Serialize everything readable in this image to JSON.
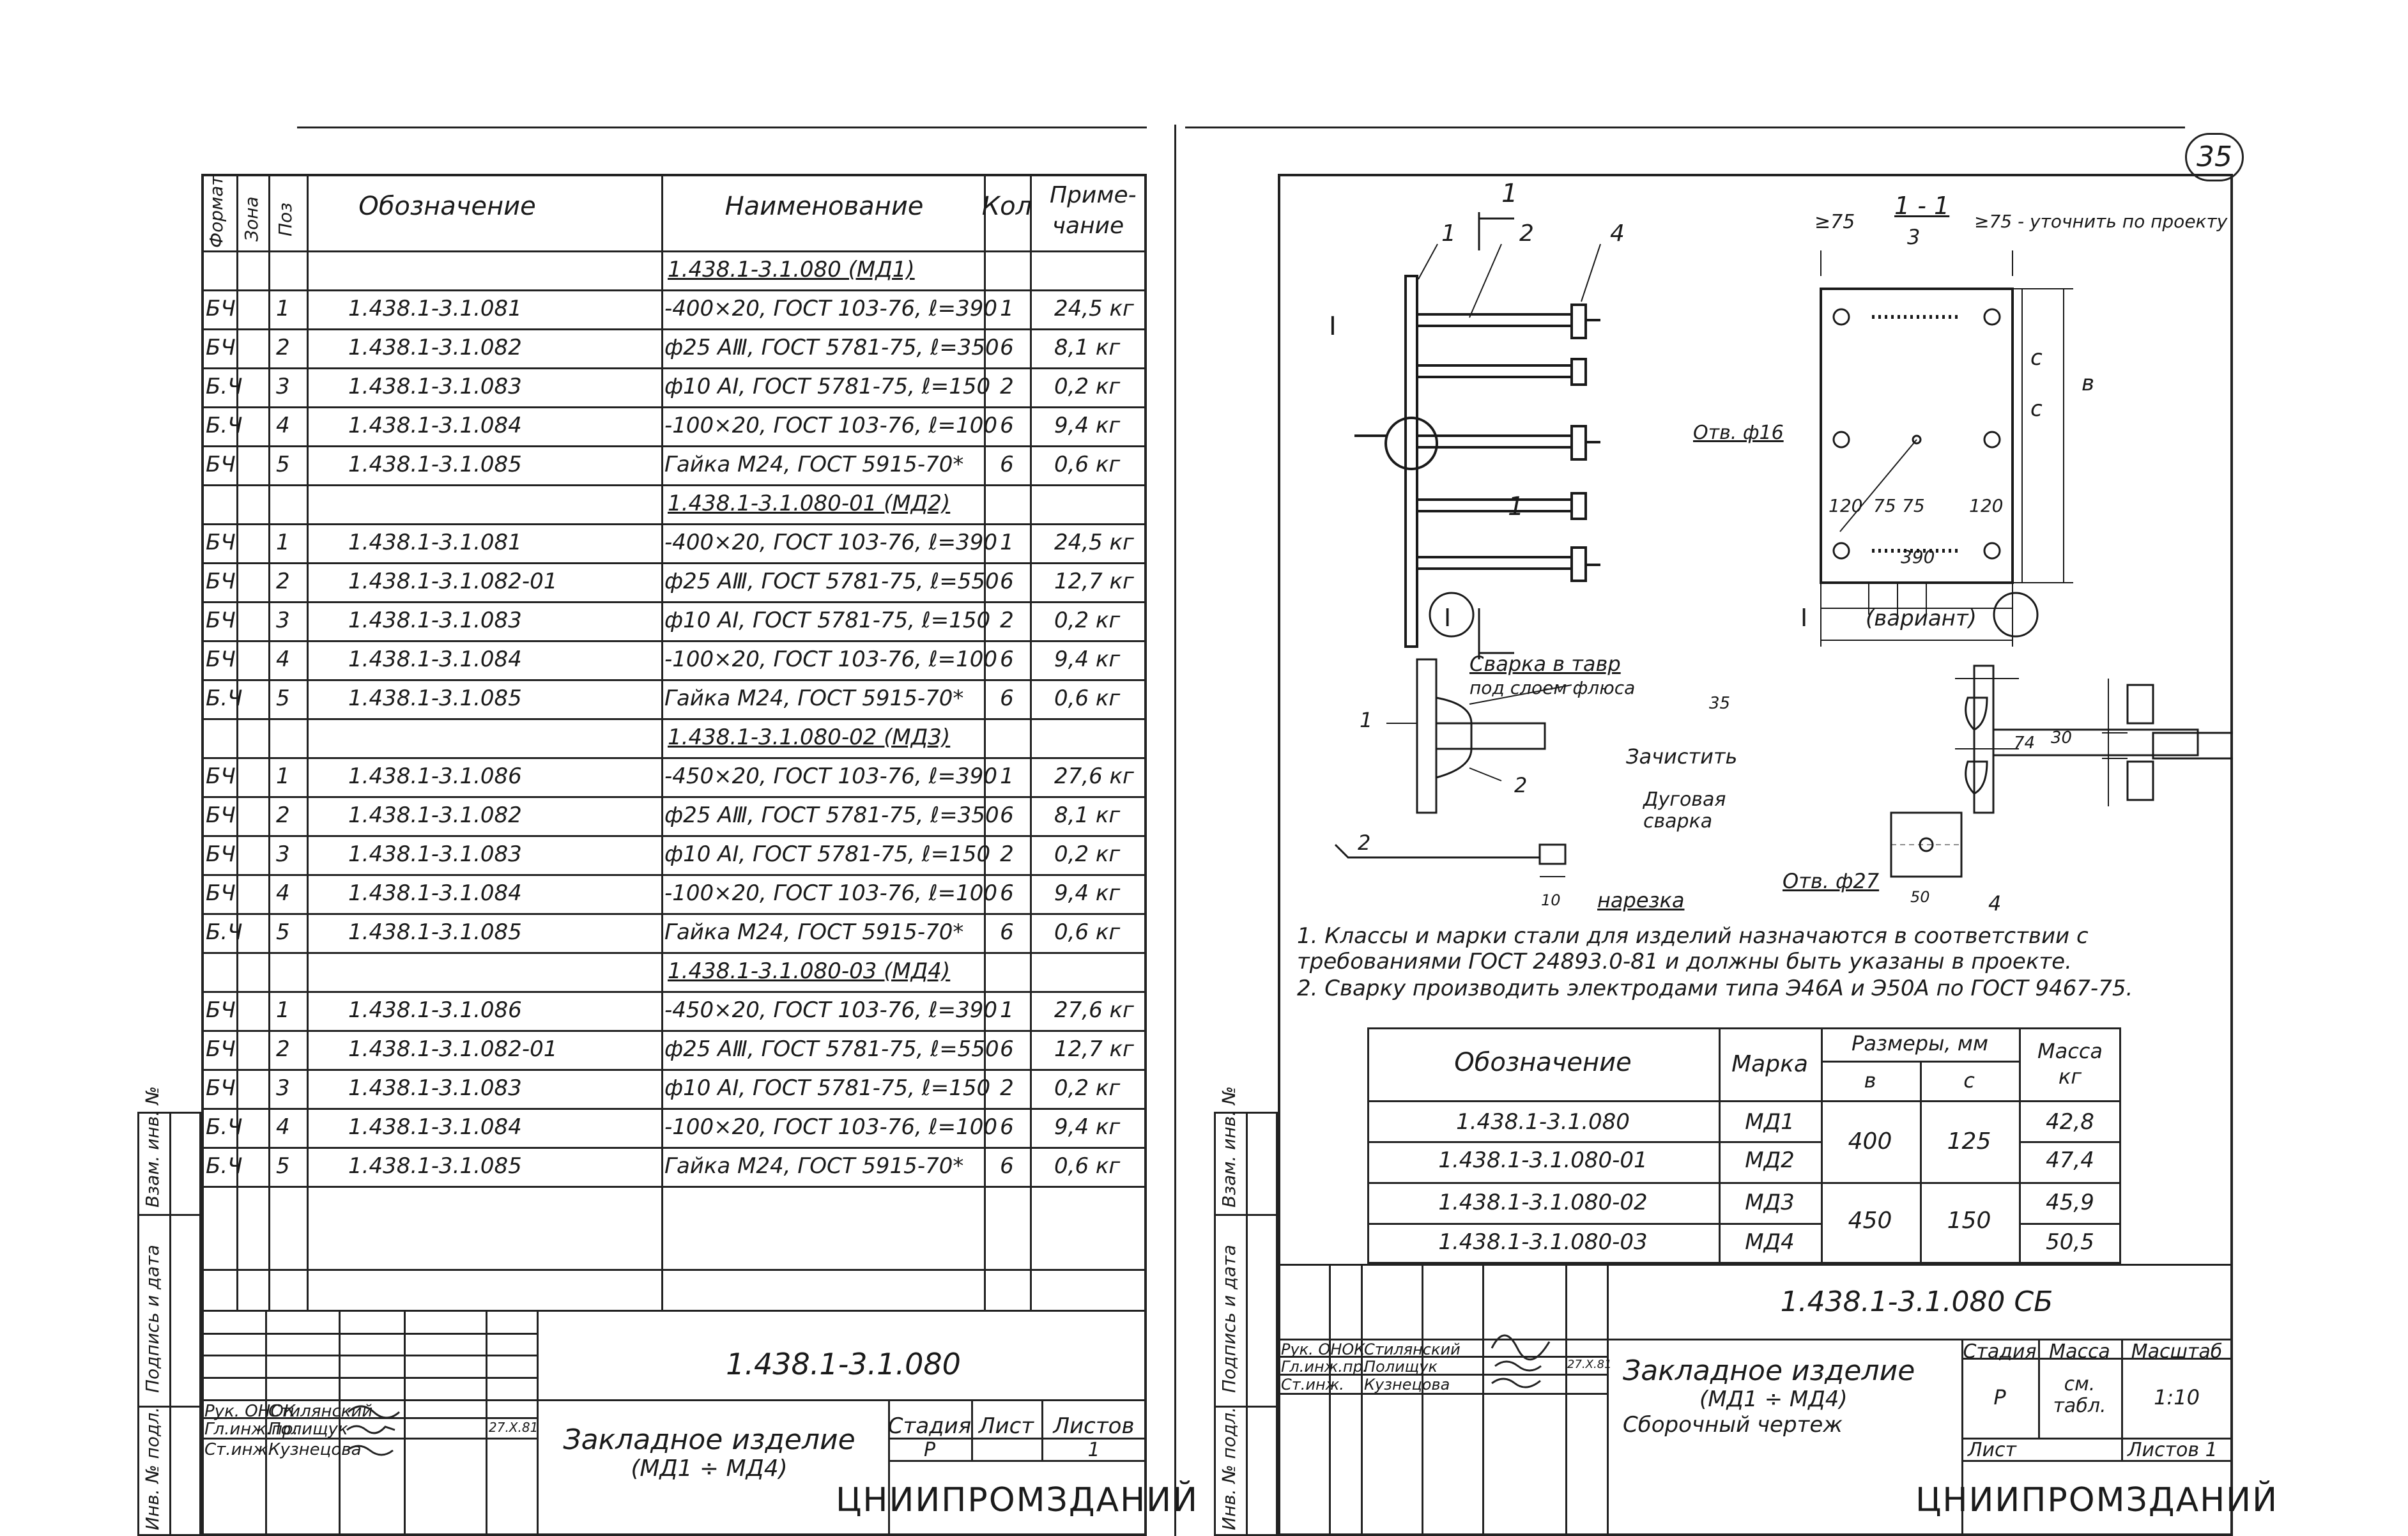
{
  "sheet_number": "35",
  "left_sheet": {
    "header": {
      "format": "Формат",
      "zone": "Зона",
      "pos": "Поз",
      "designation": "Обозначение",
      "name": "Наименование",
      "qty": "Кол",
      "note": "Приме-чание"
    },
    "groups": [
      {
        "title": "1.438.1-3.1.080        (МД1)",
        "rows": [
          {
            "fmt": "БЧ",
            "pos": "1",
            "des": "1.438.1-3.1.081",
            "name": "-400×20, ГОСТ 103-76, ℓ=390",
            "qty": "1",
            "note": "24,5 кг"
          },
          {
            "fmt": "БЧ",
            "pos": "2",
            "des": "1.438.1-3.1.082",
            "name": "ф25 AⅢ, ГОСТ 5781-75, ℓ=350",
            "qty": "6",
            "note": "8,1 кг"
          },
          {
            "fmt": "Б.Ч",
            "pos": "3",
            "des": "1.438.1-3.1.083",
            "name": "ф10 AI, ГОСТ 5781-75, ℓ=150",
            "qty": "2",
            "note": "0,2 кг"
          },
          {
            "fmt": "Б.Ч",
            "pos": "4",
            "des": "1.438.1-3.1.084",
            "name": "-100×20, ГОСТ 103-76, ℓ=100",
            "qty": "6",
            "note": "9,4 кг"
          },
          {
            "fmt": "БЧ",
            "pos": "5",
            "des": "1.438.1-3.1.085",
            "name": "Гайка М24, ГОСТ 5915-70*",
            "qty": "6",
            "note": "0,6 кг"
          }
        ]
      },
      {
        "title": "1.438.1-3.1.080-01     (МД2)",
        "rows": [
          {
            "fmt": "БЧ",
            "pos": "1",
            "des": "1.438.1-3.1.081",
            "name": "-400×20, ГОСТ 103-76, ℓ=390",
            "qty": "1",
            "note": "24,5 кг"
          },
          {
            "fmt": "БЧ",
            "pos": "2",
            "des": "1.438.1-3.1.082-01",
            "name": "ф25 AⅢ, ГОСТ 5781-75, ℓ=550",
            "qty": "6",
            "note": "12,7 кг"
          },
          {
            "fmt": "БЧ",
            "pos": "3",
            "des": "1.438.1-3.1.083",
            "name": "ф10 AI, ГОСТ 5781-75, ℓ=150",
            "qty": "2",
            "note": "0,2 кг"
          },
          {
            "fmt": "БЧ",
            "pos": "4",
            "des": "1.438.1-3.1.084",
            "name": "-100×20, ГОСТ 103-76, ℓ=100",
            "qty": "6",
            "note": "9,4 кг"
          },
          {
            "fmt": "Б.Ч",
            "pos": "5",
            "des": "1.438.1-3.1.085",
            "name": "Гайка М24, ГОСТ 5915-70*",
            "qty": "6",
            "note": "0,6 кг"
          }
        ]
      },
      {
        "title": "1.438.1-3.1.080-02     (МД3)",
        "rows": [
          {
            "fmt": "БЧ",
            "pos": "1",
            "des": "1.438.1-3.1.086",
            "name": "-450×20, ГОСТ 103-76, ℓ=390",
            "qty": "1",
            "note": "27,6 кг"
          },
          {
            "fmt": "БЧ",
            "pos": "2",
            "des": "1.438.1-3.1.082",
            "name": "ф25 AⅢ, ГОСТ 5781-75, ℓ=350",
            "qty": "6",
            "note": "8,1 кг"
          },
          {
            "fmt": "БЧ",
            "pos": "3",
            "des": "1.438.1-3.1.083",
            "name": "ф10 AI, ГОСТ 5781-75, ℓ=150",
            "qty": "2",
            "note": "0,2 кг"
          },
          {
            "fmt": "БЧ",
            "pos": "4",
            "des": "1.438.1-3.1.084",
            "name": "-100×20, ГОСТ 103-76, ℓ=100",
            "qty": "6",
            "note": "9,4 кг"
          },
          {
            "fmt": "Б.Ч",
            "pos": "5",
            "des": "1.438.1-3.1.085",
            "name": "Гайка М24, ГОСТ 5915-70*",
            "qty": "6",
            "note": "0,6 кг"
          }
        ]
      },
      {
        "title": "1.438.1-3.1.080-03     (МД4)",
        "rows": [
          {
            "fmt": "БЧ",
            "pos": "1",
            "des": "1.438.1-3.1.086",
            "name": "-450×20, ГОСТ 103-76, ℓ=390",
            "qty": "1",
            "note": "27,6 кг"
          },
          {
            "fmt": "БЧ",
            "pos": "2",
            "des": "1.438.1-3.1.082-01",
            "name": "ф25 AⅢ, ГОСТ 5781-75, ℓ=550",
            "qty": "6",
            "note": "12,7 кг"
          },
          {
            "fmt": "БЧ",
            "pos": "3",
            "des": "1.438.1-3.1.083",
            "name": "ф10 AI, ГОСТ 5781-75, ℓ=150",
            "qty": "2",
            "note": "0,2 кг"
          },
          {
            "fmt": "Б.Ч",
            "pos": "4",
            "des": "1.438.1-3.1.084",
            "name": "-100×20, ГОСТ 103-76, ℓ=100",
            "qty": "6",
            "note": "9,4 кг"
          },
          {
            "fmt": "Б.Ч",
            "pos": "5",
            "des": "1.438.1-3.1.085",
            "name": "Гайка М24, ГОСТ 5915-70*",
            "qty": "6",
            "note": "0,6 кг"
          }
        ]
      }
    ],
    "title_block": {
      "code": "1.438.1-3.1.080",
      "title": "Закладное изделие",
      "subtitle": "(МД1 ÷ МД4)",
      "stage_label": "Стадия",
      "sheet_label": "Лист",
      "sheets_label": "Листов",
      "stage": "Р",
      "sheets": "1",
      "org": "ЦНИИПРОМЗДАНИЙ",
      "roles": [
        "Рук. ОНОК",
        "Гл.инж.пр.",
        "Ст.инж."
      ],
      "names": [
        "Стилянский",
        "Полищук",
        "Кузнецова"
      ],
      "date": "27.Х.81"
    },
    "side_labels": [
      "Инв. № подл.",
      "Подпись и дата",
      "Взам. инв. №"
    ]
  },
  "right_sheet": {
    "drawing_labels": {
      "section_mark": "1",
      "section_title": "1 - 1",
      "node": "I",
      "node_variant": "(вариант)",
      "ge75": "≥75",
      "ge75_note": "≥75 - уточнить по проекту",
      "hole16": "Отв. ф16",
      "hole27": "Отв. ф27",
      "weld_tee": "Сварка в тавр",
      "under_flux": "под слоем флюса",
      "clean": "Зачистить",
      "arc_weld": "Дуговая сварка",
      "thread": "нарезка",
      "dims": {
        "d75": "75",
        "d120": "120",
        "d390": "390",
        "dc": "с",
        "db": "в",
        "d35": "35",
        "d30": "30",
        "d74": "74",
        "d10": "10",
        "d50": "50"
      },
      "pos_labels": [
        "1",
        "2",
        "3",
        "4"
      ]
    },
    "notes": [
      "1. Классы и марки стали для изделий назначаются в соответствии с требованиями ГОСТ 24893.0-81 и должны быть указаны в проекте.",
      "2. Сварку производить электродами типа Э46А и Э50А по ГОСТ 9467-75."
    ],
    "table": {
      "header": {
        "designation": "Обозначение",
        "mark": "Марка",
        "sizes": "Размеры, мм",
        "b": "в",
        "c": "с",
        "mass": "Масса кг"
      },
      "rows": [
        {
          "des": "1.438.1-3.1.080",
          "mark": "МД1",
          "b": "400",
          "c": "125",
          "mass": "42,8"
        },
        {
          "des": "1.438.1-3.1.080-01",
          "mark": "МД2",
          "b": "",
          "c": "",
          "mass": "47,4"
        },
        {
          "des": "1.438.1-3.1.080-02",
          "mark": "МД3",
          "b": "450",
          "c": "150",
          "mass": "45,9"
        },
        {
          "des": "1.438.1-3.1.080-03",
          "mark": "МД4",
          "b": "",
          "c": "",
          "mass": "50,5"
        }
      ]
    },
    "title_block": {
      "code": "1.438.1-3.1.080 СБ",
      "title": "Закладное изделие",
      "subtitle": "(МД1 ÷ МД4)",
      "doc_type": "Сборочный чертеж",
      "stage_label": "Стадия",
      "mass_label": "Масса",
      "scale_label": "Масштаб",
      "stage": "Р",
      "mass": "см. табл.",
      "scale": "1:10",
      "sheet_label": "Лист",
      "sheets_label": "Листов 1",
      "org": "ЦНИИПРОМЗДАНИЙ",
      "roles": [
        "Рук. ОНОК",
        "Гл.инж.пр.",
        "Ст.инж."
      ],
      "names": [
        "Стилянский",
        "Полищук",
        "Кузнецова"
      ],
      "date": "27.Х.81"
    },
    "side_labels": [
      "Инв. № подл.",
      "Подпись и дата",
      "Взам. инв. №"
    ]
  }
}
